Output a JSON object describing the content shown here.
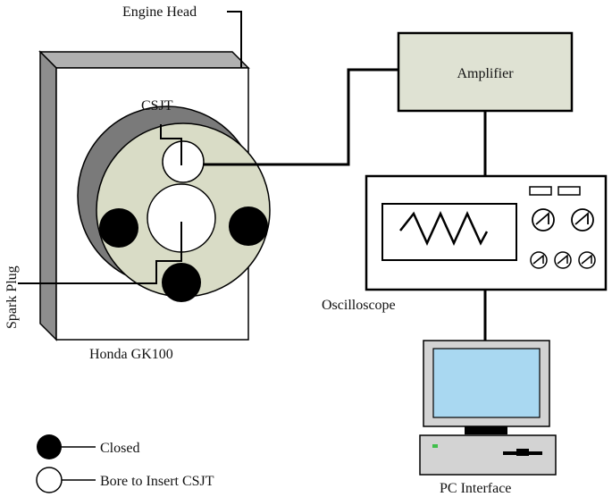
{
  "labels": {
    "engine_head": "Engine Head",
    "csjt": "CSJT",
    "spark_plug": "Spark Plug",
    "honda": "Honda GK100",
    "amplifier": "Amplifier",
    "oscilloscope": "Oscilloscope",
    "pc_interface": "PC Interface"
  },
  "legend": {
    "closed": "Closed",
    "bore": "Bore to Insert CSJT"
  },
  "colors": {
    "head_face": "#ffffff",
    "head_side": "#8e8e8e",
    "disc_face": "#d9dcc6",
    "disc_shadow": "#7a7a7a",
    "amplifier_fill": "#dfe2d3",
    "screen_fill": "#a9d8f1",
    "monitor_gray": "#d3d3d3",
    "led_green": "#3fbf4a"
  }
}
